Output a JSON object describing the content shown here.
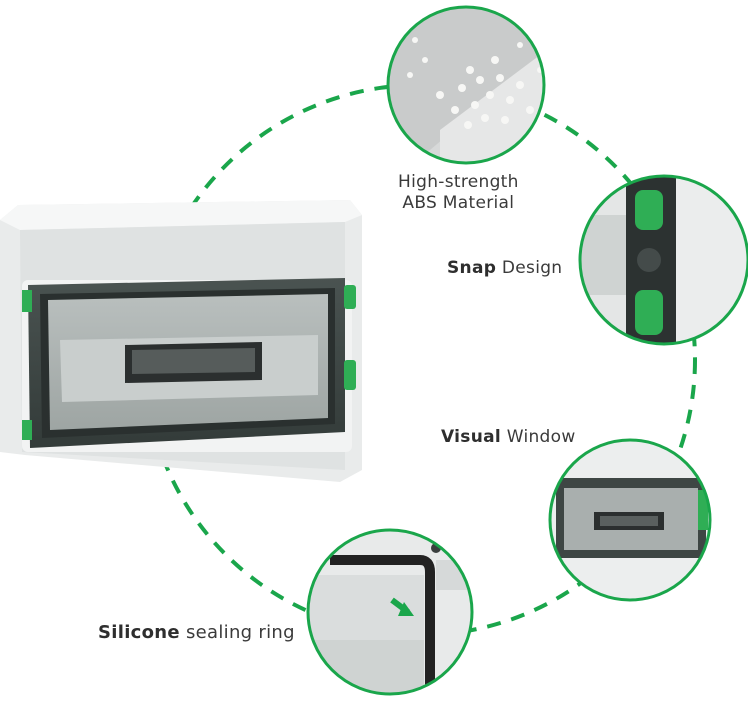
{
  "callouts": {
    "abs_line1": "High-strength",
    "abs_line2": "ABS Material",
    "snap_strong": "Snap",
    "snap_rest": " Design",
    "visual_strong": "Visual",
    "visual_rest": " Window",
    "silicone_strong": "Silicone",
    "silicone_rest": " sealing ring"
  },
  "colors": {
    "accent_green": "#1aa64b",
    "enclosure_white": "#eef0f0",
    "smoked_door": "#3b4442"
  }
}
